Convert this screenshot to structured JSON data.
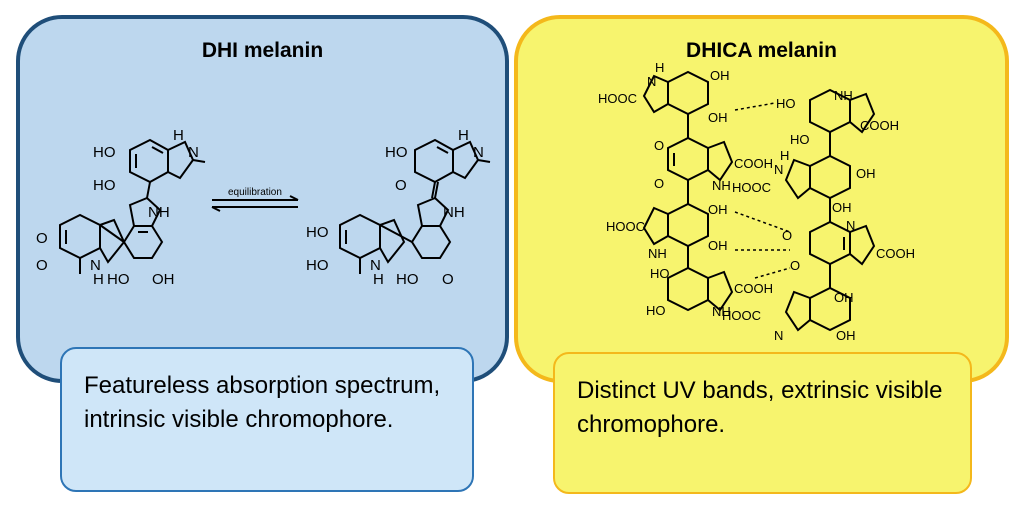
{
  "left_panel": {
    "title": "DHI melanin",
    "arrow_label": "equilibration",
    "caption": "Featureless absorption spectrum,  intrinsic visible chromophore."
  },
  "right_panel": {
    "title": "DHICA  melanin",
    "caption": "Distinct UV bands, extrinsic visible chromophore."
  },
  "colors": {
    "left_fill": "#bdd7ee",
    "left_border": "#1f4e79",
    "right_fill": "#f7f46e",
    "right_border": "#f4b81b"
  },
  "structure_labels": {
    "ho": "HO",
    "oh": "OH",
    "o": "O",
    "nh": "NH",
    "h": "H",
    "n": "N",
    "cooh": "COOH",
    "hooc": "HOOC"
  }
}
